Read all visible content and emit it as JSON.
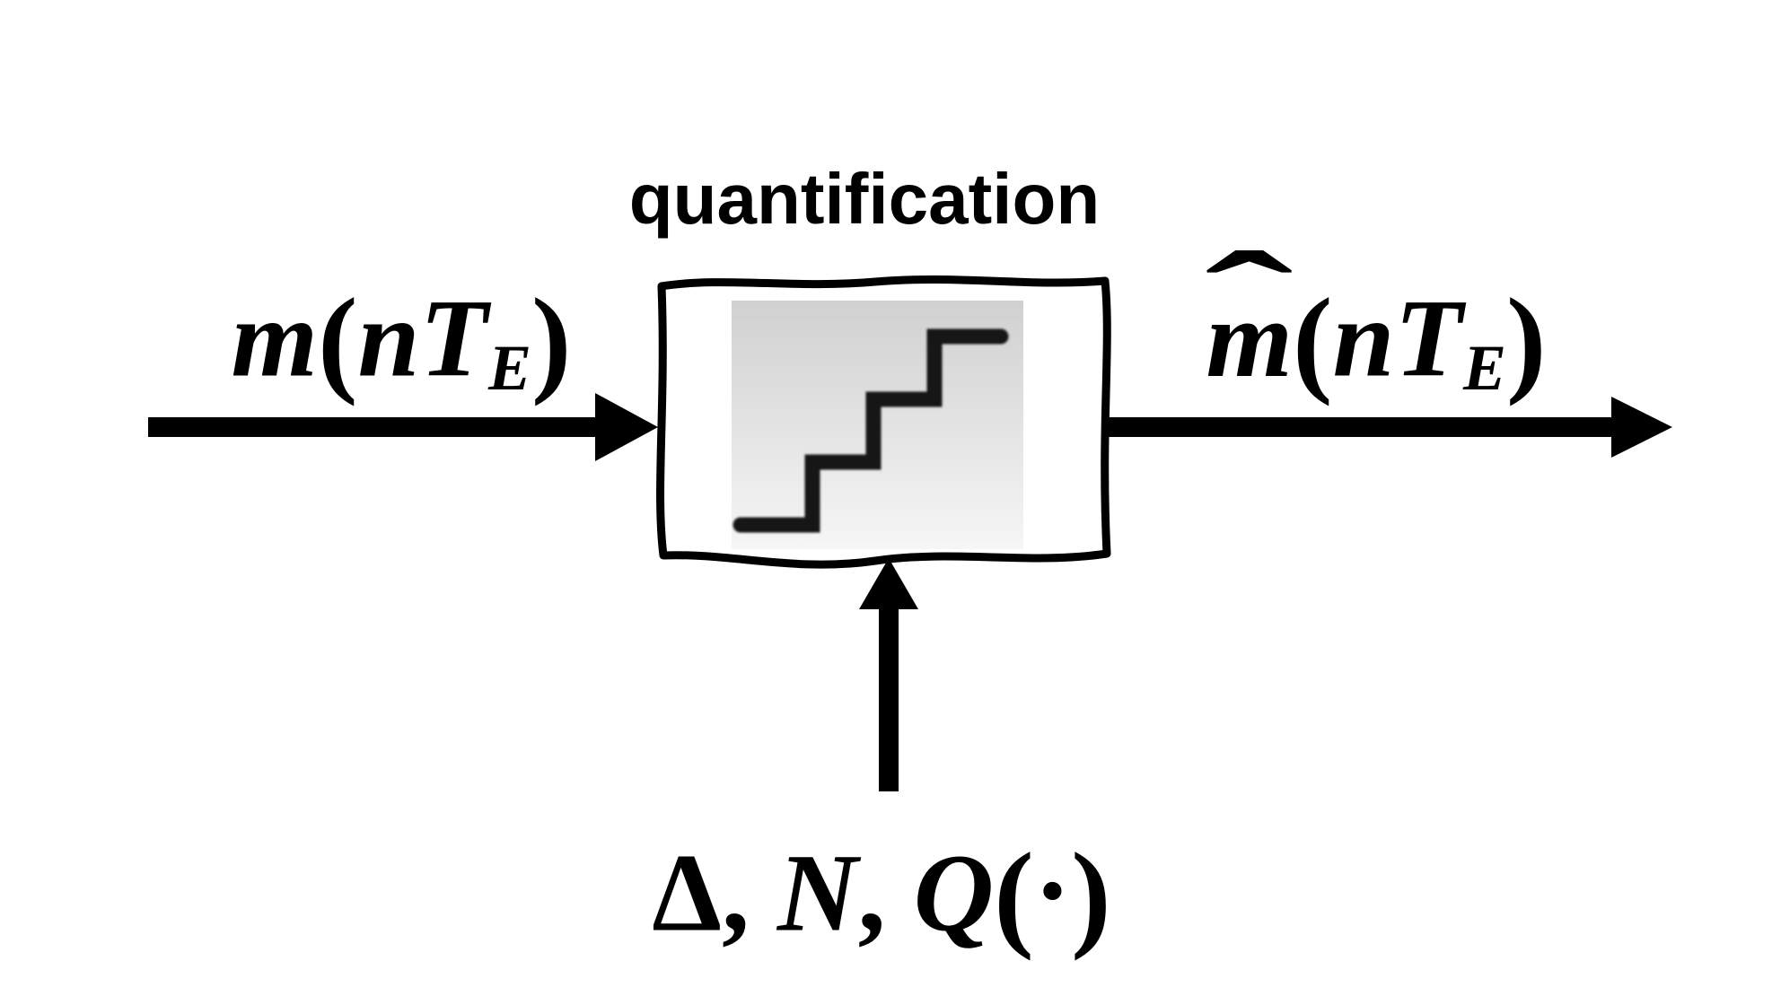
{
  "canvas": {
    "background": "#ffffff",
    "ink": "#000000"
  },
  "block": {
    "title": "quantification",
    "icon": "staircase-quantizer-icon",
    "icon_bg_top": "#d0d0d0",
    "icon_bg_bottom": "#f6f6f6"
  },
  "labels": {
    "input": {
      "var": "m",
      "open": "(",
      "arg": "nT",
      "sub": "E",
      "close": ")"
    },
    "output": {
      "hat": "ˆ",
      "var": "m",
      "open": "(",
      "arg": "nT",
      "sub": "E",
      "close": ")"
    },
    "params": {
      "delta": "Δ",
      "comma1": ", ",
      "n": "N",
      "comma2": ", ",
      "q": "Q",
      "open": "(",
      "dot": "·",
      "close": ")"
    }
  }
}
